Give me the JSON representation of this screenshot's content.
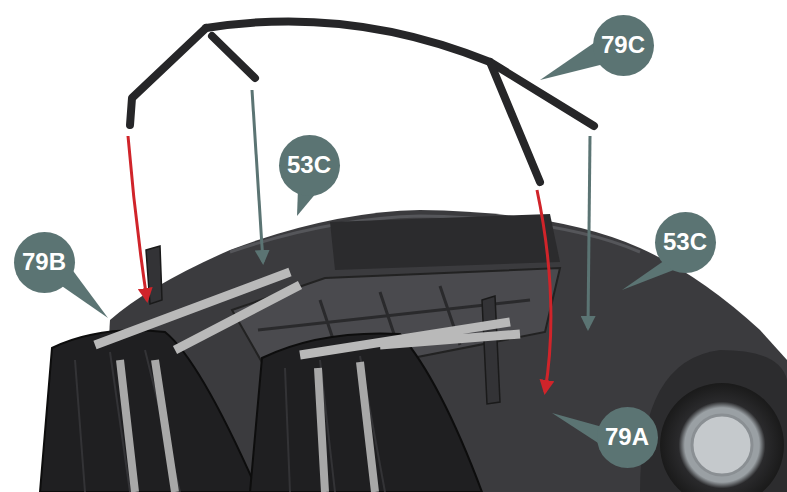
{
  "diagram": {
    "nodes": [
      {
        "text": [
          "79C"
        ]
      },
      {
        "text": [
          "53C"
        ]
      },
      {
        "text": [
          "53C"
        ]
      },
      {
        "text": [
          "79B"
        ]
      },
      {
        "text": [
          "79A"
        ]
      }
    ]
  }
}
